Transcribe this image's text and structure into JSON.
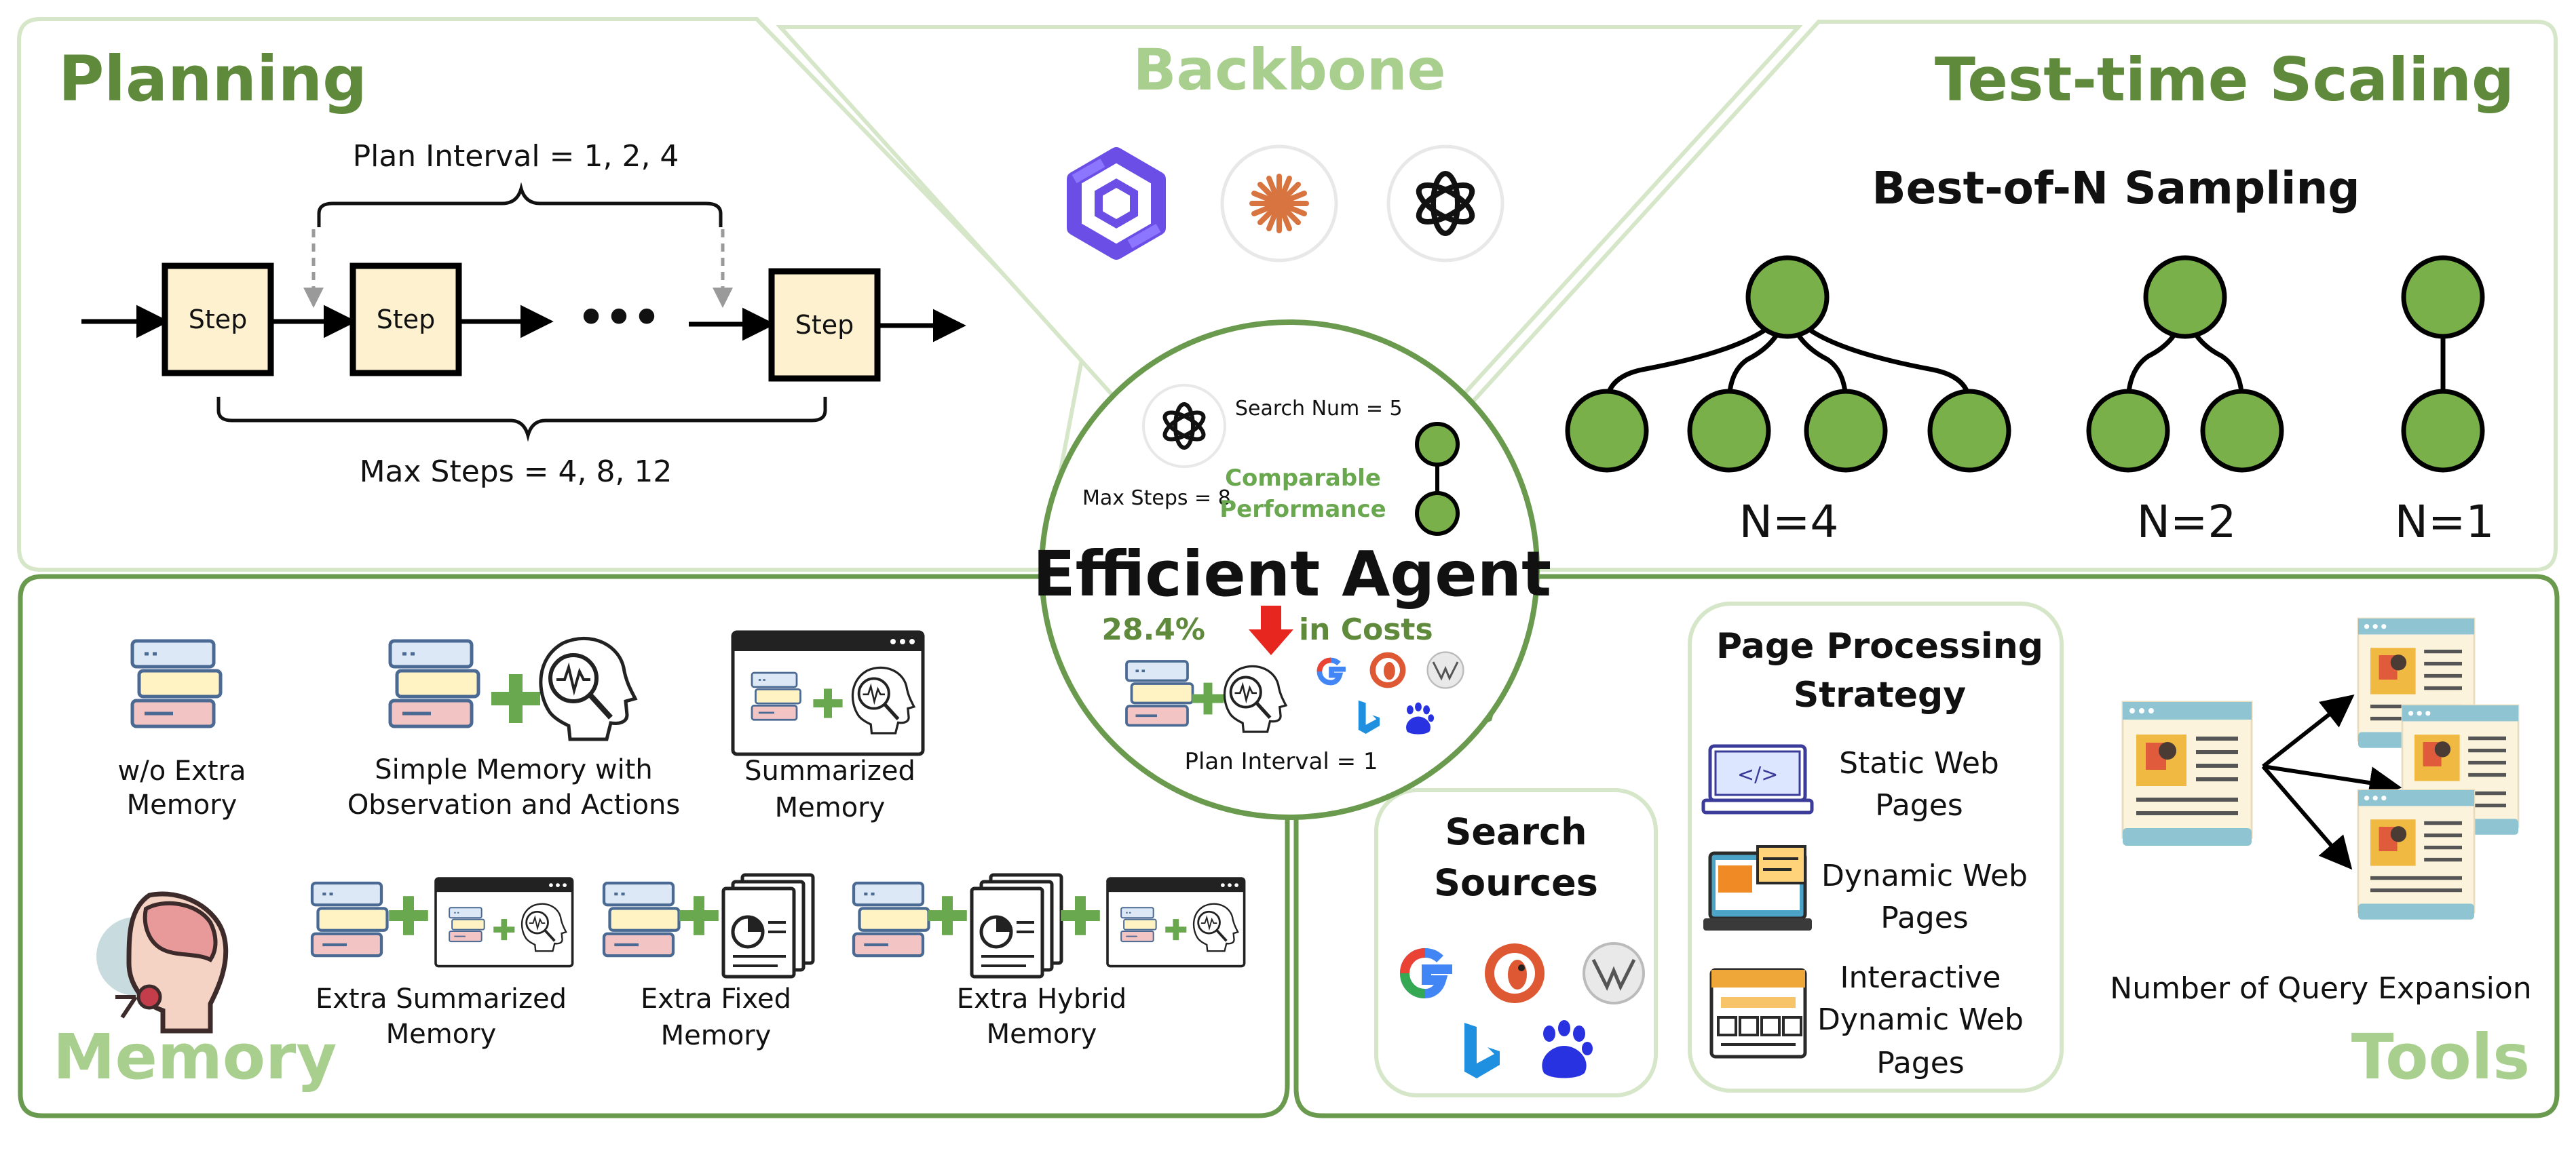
{
  "sections": {
    "planning": "Planning",
    "backbone": "Backbone",
    "test_time_scaling": "Test-time Scaling",
    "memory": "Memory",
    "tools": "Tools"
  },
  "planning": {
    "plan_interval": "Plan Interval = 1, 2, 4",
    "max_steps": "Max Steps = 4, 8, 12",
    "step_label": "Step",
    "ellipsis": "•••"
  },
  "backbone": {
    "models": [
      "qwen-logo",
      "claude-logo",
      "openai-logo"
    ]
  },
  "test_time_scaling": {
    "heading": "Best-of-N Sampling",
    "trees": [
      {
        "label": "N=4",
        "leaves": 4
      },
      {
        "label": "N=2",
        "leaves": 2
      },
      {
        "label": "N=1",
        "leaves": 1
      }
    ]
  },
  "center": {
    "search_num": "Search Num = 5",
    "max_steps": "Max Steps = 8",
    "comparable_1": "Comparable",
    "comparable_2": "Performance",
    "title": "Efficient Agent",
    "cost_pct": "28.4%",
    "cost_text": "in Costs",
    "plan_interval": "Plan Interval = 1"
  },
  "memory": {
    "wo_extra_1": "w/o Extra",
    "wo_extra_2": "Memory",
    "simple_1": "Simple Memory with",
    "simple_2": "Observation and Actions",
    "summarized_1": "Summarized",
    "summarized_2": "Memory",
    "extra_summarized_1": "Extra Summarized",
    "extra_summarized_2": "Memory",
    "extra_fixed_1": "Extra Fixed",
    "extra_fixed_2": "Memory",
    "extra_hybrid_1": "Extra Hybrid",
    "extra_hybrid_2": "Memory"
  },
  "tools": {
    "search_sources_1": "Search",
    "search_sources_2": "Sources",
    "page_processing_1": "Page Processing",
    "page_processing_2": "Strategy",
    "static_1": "Static Web",
    "static_2": "Pages",
    "dynamic_1": "Dynamic Web",
    "dynamic_2": "Pages",
    "interactive_1": "Interactive",
    "interactive_2": "Dynamic Web",
    "interactive_3": "Pages",
    "query_expansion": "Number of Query Expansion"
  },
  "colors": {
    "dark_green": "#5f8a3c",
    "light_green": "#a8cf8e",
    "panel_border": "#d6e6c8",
    "node_fill": "#79b04a",
    "step_fill": "#fdf1cf",
    "red_arrow": "#e6261f"
  },
  "icons": {
    "search_engines": [
      "google-icon",
      "duckduckgo-icon",
      "wikipedia-icon",
      "bing-icon",
      "baidu-icon"
    ]
  }
}
